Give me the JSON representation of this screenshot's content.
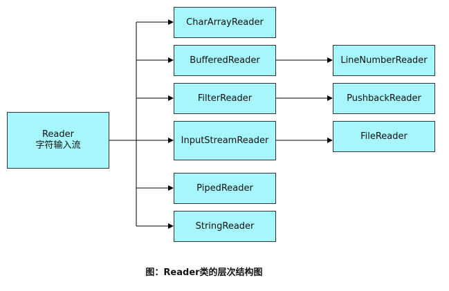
{
  "root": {
    "name": "Reader",
    "desc": "字符输入流"
  },
  "children": [
    {
      "id": "chararray",
      "label": "CharArrayReader"
    },
    {
      "id": "buffered",
      "label": "BufferedReader"
    },
    {
      "id": "filter",
      "label": "FilterReader"
    },
    {
      "id": "inputstream",
      "label": "InputStreamReader"
    },
    {
      "id": "piped",
      "label": "PipedReader"
    },
    {
      "id": "string",
      "label": "StringReader"
    }
  ],
  "grandchildren": [
    {
      "id": "linenumber",
      "label": "LineNumberReader",
      "parent": "buffered"
    },
    {
      "id": "pushback",
      "label": "PushbackReader",
      "parent": "filter"
    },
    {
      "id": "file",
      "label": "FileReader",
      "parent": "inputstream"
    }
  ],
  "caption": "图：Reader类的层次结构图",
  "colors": {
    "box_fill": "#a6f6fb",
    "box_border": "#333333",
    "line": "#000000"
  }
}
